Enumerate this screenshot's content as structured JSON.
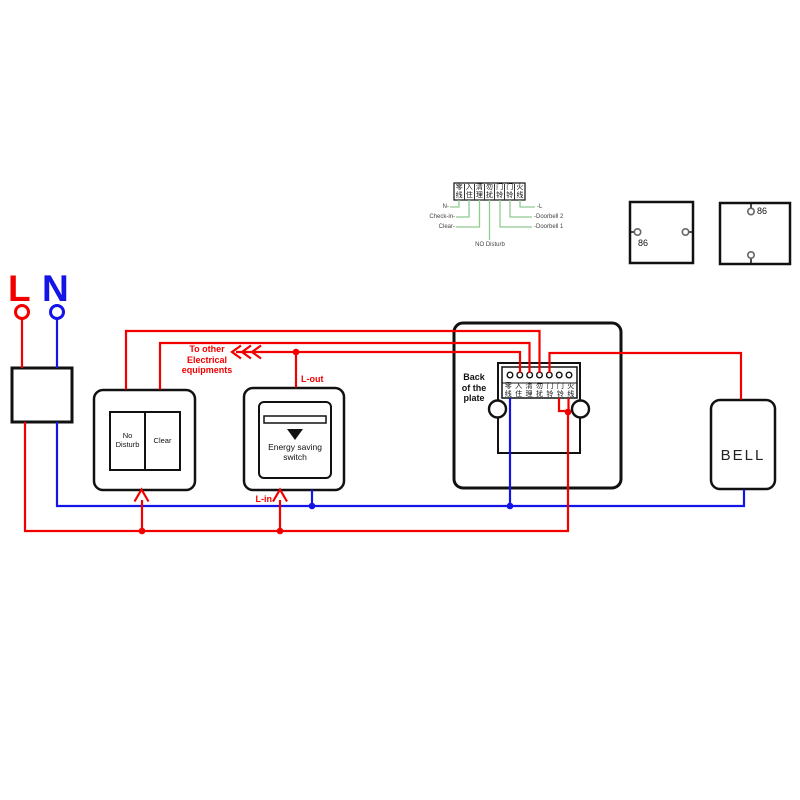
{
  "colors": {
    "wire_live": "#f20000",
    "wire_neutral": "#1414e6",
    "leader_green": "#8fcb8f"
  },
  "mains": {
    "live_letter": "L",
    "neutral_letter": "N"
  },
  "annotations": {
    "to_other_line1": "To other",
    "to_other_line2": "Electrical",
    "to_other_line3": "equipments",
    "l_out": "L-out",
    "l_in": "L-in"
  },
  "terminal_block": {
    "columns": [
      {
        "top": "零",
        "bottom": "线"
      },
      {
        "top": "入",
        "bottom": "住"
      },
      {
        "top": "清",
        "bottom": "理"
      },
      {
        "top": "勿",
        "bottom": "扰"
      },
      {
        "top": "门",
        "bottom": "铃"
      },
      {
        "top": "门",
        "bottom": "铃"
      },
      {
        "top": "火",
        "bottom": "线"
      }
    ],
    "mini_labels": {
      "n": "N-",
      "check_in": "Check-in-",
      "clear": "Clear-",
      "no_disturb": "NO Disturb",
      "l": "-L",
      "doorbell2": "-Doorbell 2",
      "doorbell1": "-Doorbell 1"
    }
  },
  "devices": {
    "nd_switch": {
      "button_left": "No Disturb",
      "button_right": "Clear"
    },
    "energy_switch": {
      "label_line1": "Energy saving",
      "label_line2": "switch"
    },
    "panel": {
      "label_line1": "Back",
      "label_line2": "of the",
      "label_line3": "plate"
    },
    "bell": {
      "label": "BELL"
    },
    "box86_left": {
      "label": "86"
    },
    "box86_right": {
      "label": "86"
    }
  }
}
